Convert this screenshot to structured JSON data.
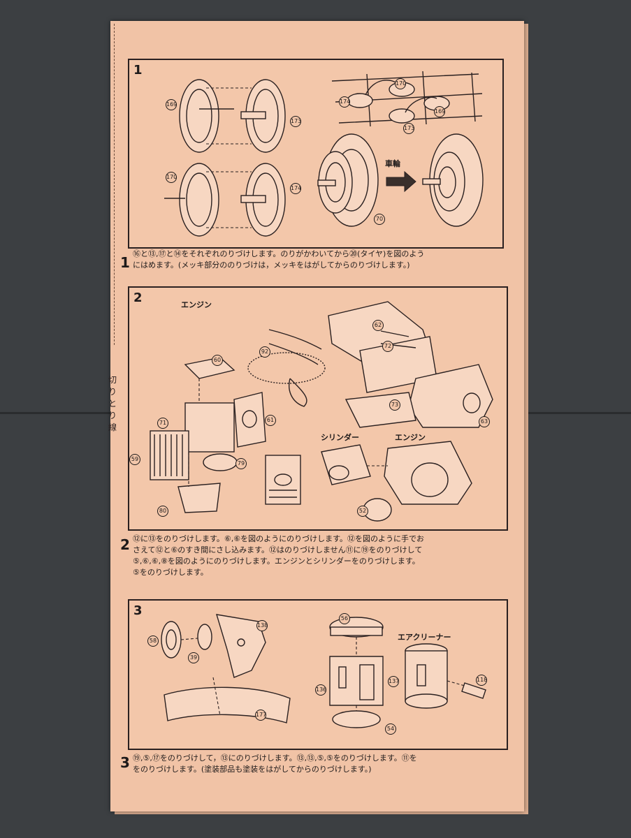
{
  "side_marker": {
    "chars": [
      "切",
      "り",
      "と",
      "り",
      "線"
    ]
  },
  "step1": {
    "number": "1",
    "part_numbers": [
      "169",
      "173",
      "170",
      "174",
      "170",
      "174",
      "169",
      "173",
      "70"
    ],
    "wheel_label": "車輪",
    "caption_num": "1",
    "caption_lines": [
      "⑯と⑬,⑰と⑭をそれぞれのりづけします。のりがかわいてから⑳(タイヤ)を図のよう",
      "にはめます。(メッキ部分ののりづけは，メッキをはがしてからのりづけします。)"
    ]
  },
  "step2": {
    "number": "2",
    "label_engine_top": "エンジン",
    "label_cylinder": "シリンダー",
    "label_engine": "エンジン",
    "part_numbers": [
      "62",
      "92",
      "72",
      "60",
      "61",
      "71",
      "73",
      "63",
      "59",
      "79",
      "80",
      "52"
    ],
    "caption_num": "2",
    "caption_lines": [
      "⑫に⑬をのりづけします。⑥,⑥を図のようにのりづけします。⑫を図のように手でお",
      "さえて⑫と⑥のすき間にさし込みます。⑫はのりづけしません⑪に⑲をのりづけして",
      "⑤,⑥,⑥,⑧を図のようにのりづけします。エンジンとシリンダーをのりづけします。",
      "⑤をのりづけします。"
    ]
  },
  "step3": {
    "number": "3",
    "label_air_cleaner": "エアクリーナー",
    "part_numbers": [
      "138",
      "58",
      "39",
      "177",
      "56",
      "137",
      "136",
      "118",
      "54"
    ],
    "caption_num": "3",
    "caption_lines": [
      "⑲,⑤,⑰をのりづけして，⑬にのりづけします。⑬,⑬,⑤,⑤をのりづけします。⑪を",
      "をのりづけします。(塗装部品も塗装をはがしてからのりづけします。)"
    ]
  },
  "colors": {
    "paper": "#f1c3a6",
    "ink": "#2a2020",
    "background": "#3c3f42"
  }
}
